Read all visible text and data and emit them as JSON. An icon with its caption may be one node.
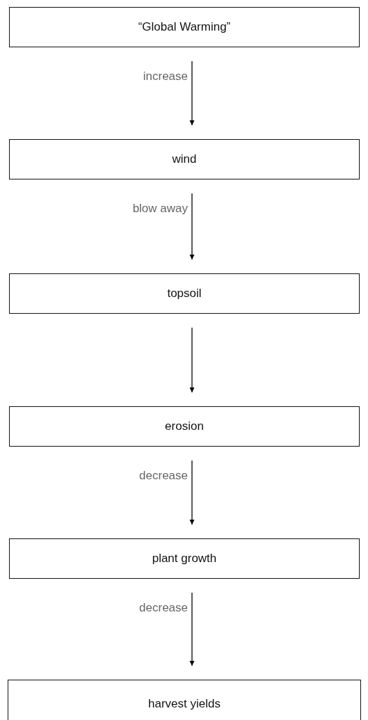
{
  "diagram": {
    "nodes": [
      {
        "text": [
          "“Global Warming”"
        ]
      },
      {
        "text": [
          "wind"
        ]
      },
      {
        "text": [
          "topsoil"
        ]
      },
      {
        "text": [
          "erosion"
        ]
      },
      {
        "text": [
          "plant growth"
        ]
      },
      {
        "text": [
          "harvest yields"
        ]
      }
    ],
    "edges": [
      {
        "from": 0,
        "to": 1,
        "arrow": "to",
        "label": "increase"
      },
      {
        "from": 1,
        "to": 2,
        "arrow": "to",
        "label": "blow away"
      },
      {
        "from": 2,
        "to": 3,
        "arrow": "to"
      },
      {
        "from": 3,
        "to": 4,
        "arrow": "to",
        "label": "decrease"
      },
      {
        "from": 4,
        "to": 5,
        "arrow": "to",
        "label": "decrease"
      }
    ]
  }
}
